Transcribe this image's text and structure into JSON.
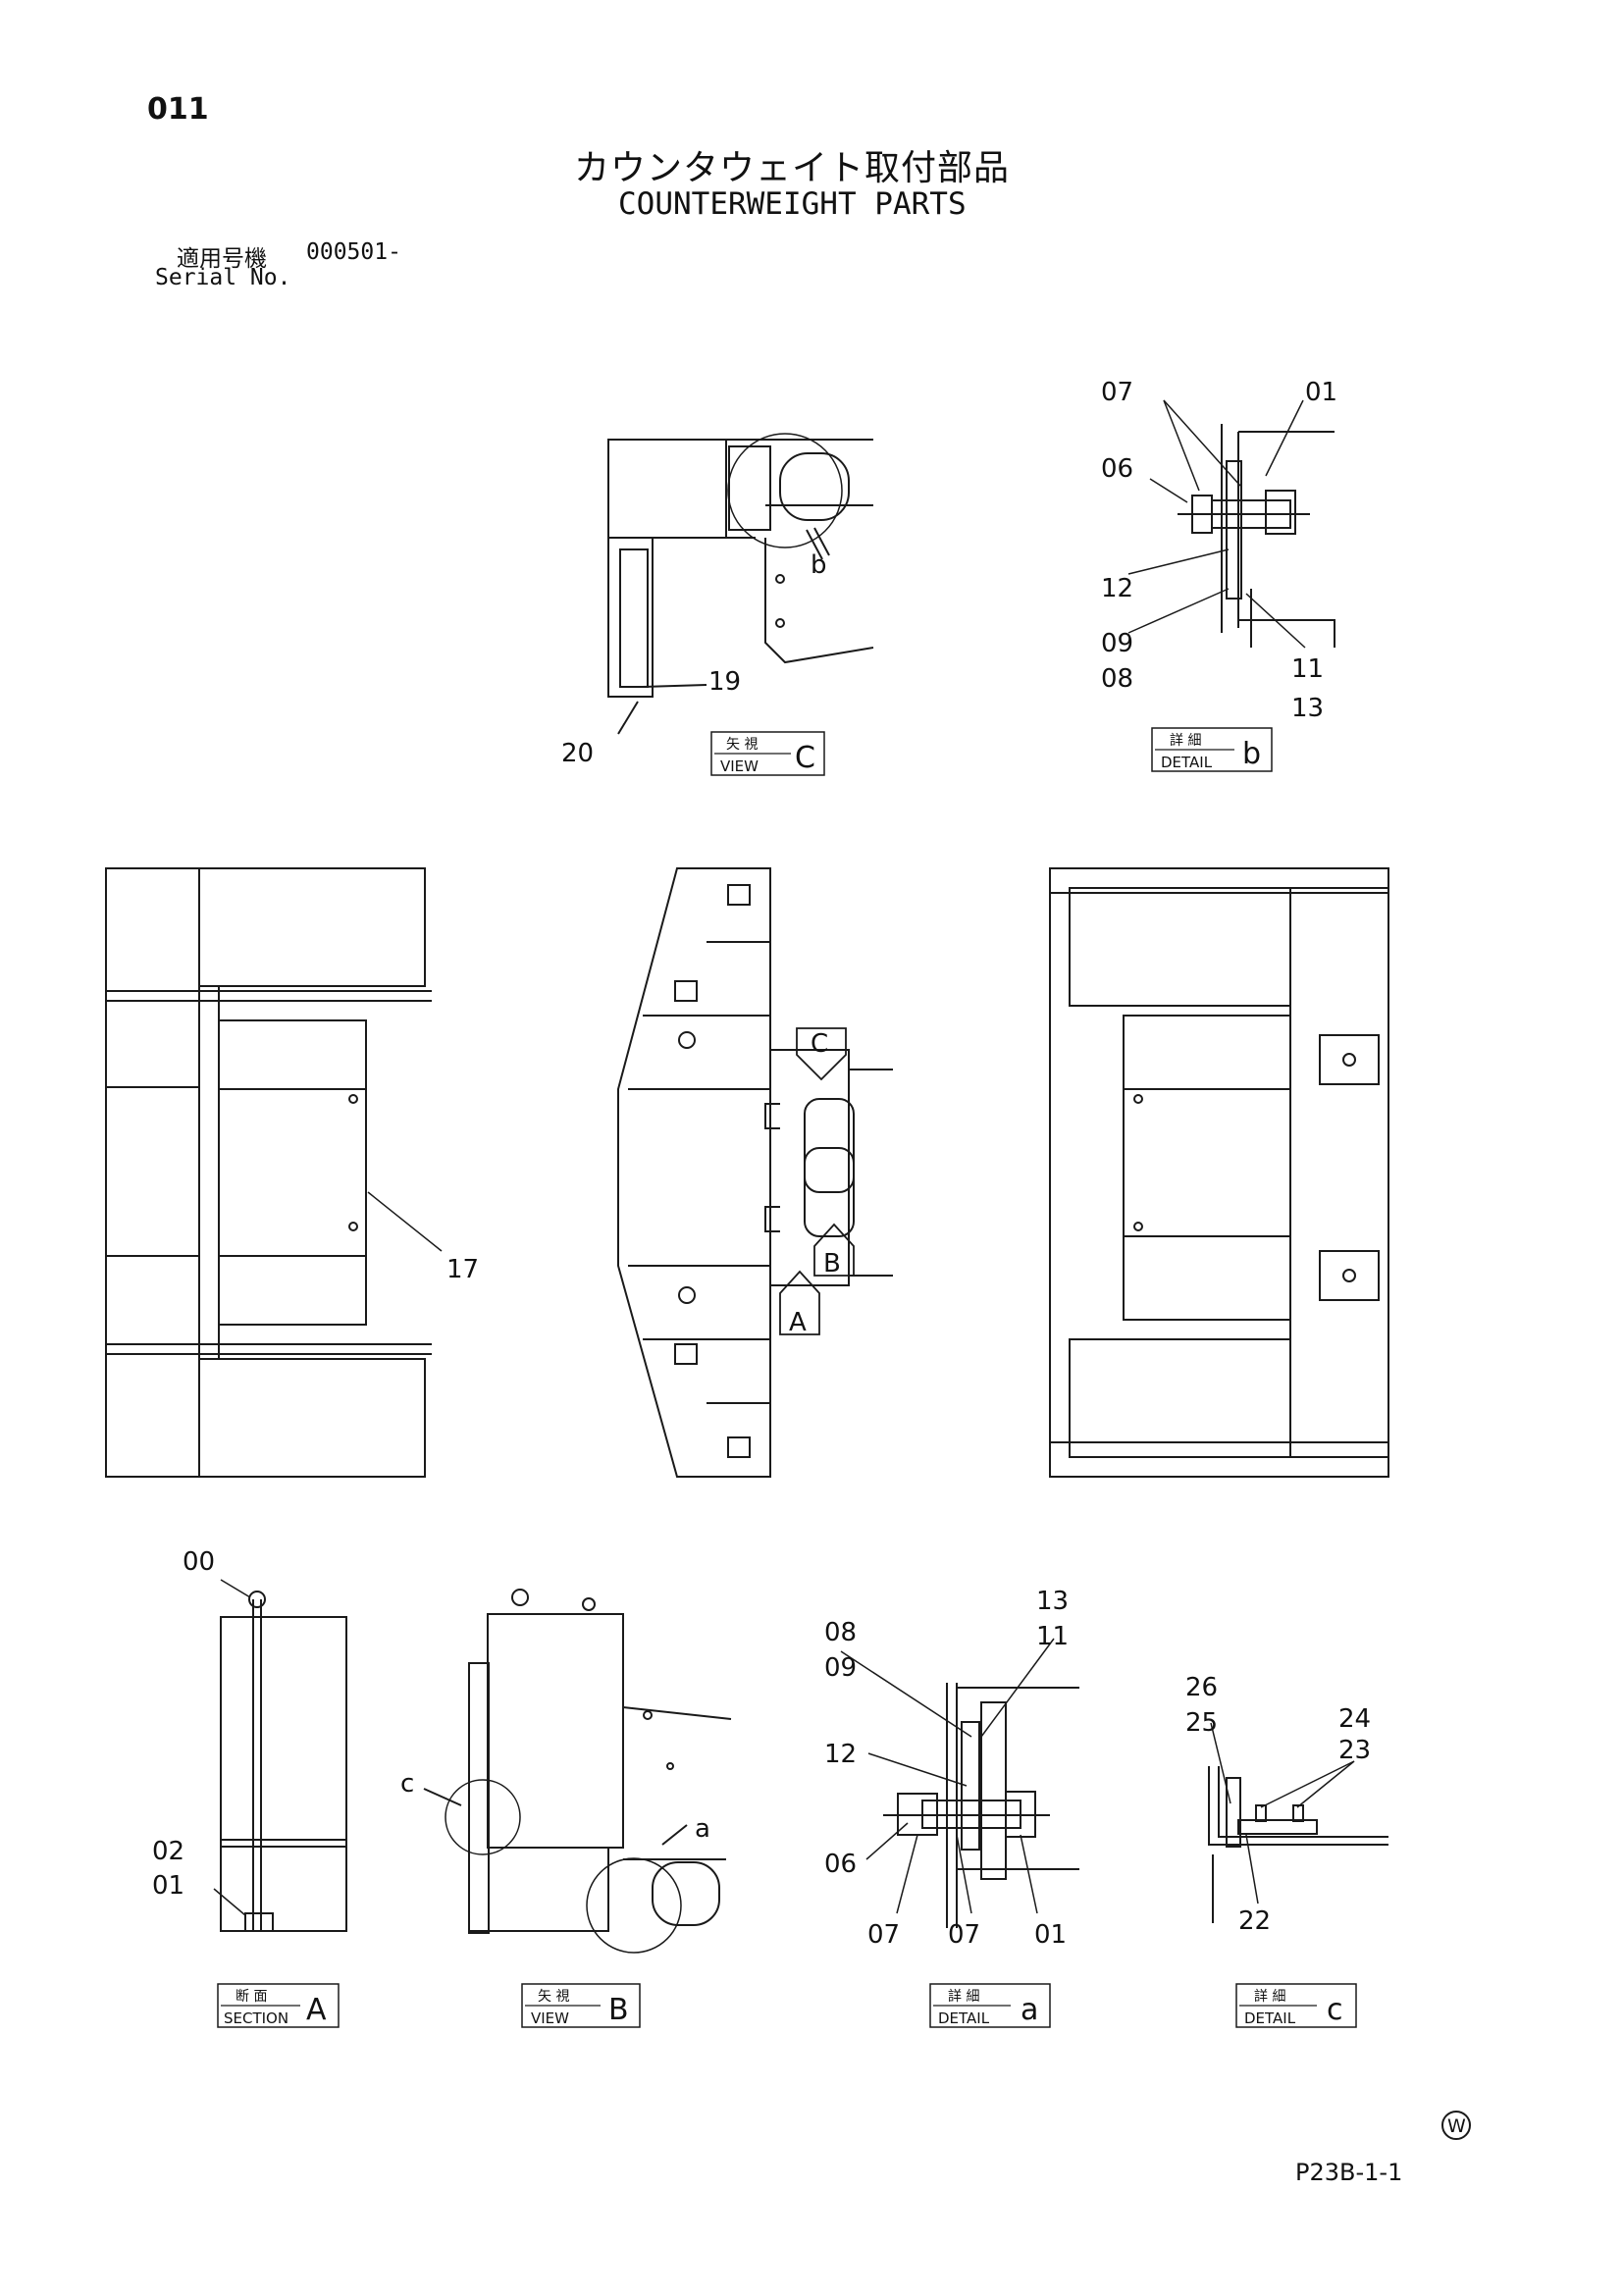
{
  "page_number": "011",
  "title_ja": "カウンタウェイト取付部品",
  "title_en": "COUNTERWEIGHT PARTS",
  "serial": {
    "label_ja": "適用号機",
    "number": "000501-",
    "label_en": "Serial No."
  },
  "views": {
    "view_c": {
      "top": "矢 視",
      "bottom": "VIEW",
      "letter": "C",
      "callouts": [
        "19",
        "20"
      ],
      "ref": "b"
    },
    "detail_b": {
      "top": "詳 細",
      "bottom": "DETAIL",
      "letter": "b",
      "callouts": [
        "07",
        "01",
        "06",
        "12",
        "09",
        "08",
        "11",
        "13"
      ]
    },
    "plan_left": {
      "callouts": [
        "17"
      ]
    },
    "plan_center": {
      "markers": [
        "C",
        "B",
        "A"
      ]
    },
    "section_a": {
      "top": "断 面",
      "bottom": "SECTION",
      "letter": "A",
      "callouts": [
        "00",
        "02",
        "01"
      ]
    },
    "view_b": {
      "top": "矢 視",
      "bottom": "VIEW",
      "letter": "B",
      "refs": [
        "c",
        "a"
      ]
    },
    "detail_a": {
      "top": "詳 細",
      "bottom": "DETAIL",
      "letter": "a",
      "callouts": [
        "13",
        "11",
        "08",
        "09",
        "12",
        "06",
        "07",
        "07",
        "01"
      ]
    },
    "detail_c": {
      "top": "詳 細",
      "bottom": "DETAIL",
      "letter": "c",
      "callouts": [
        "26",
        "25",
        "24",
        "23",
        "22"
      ]
    }
  },
  "footer": {
    "symbol": "W",
    "code": "P23B-1-1"
  }
}
